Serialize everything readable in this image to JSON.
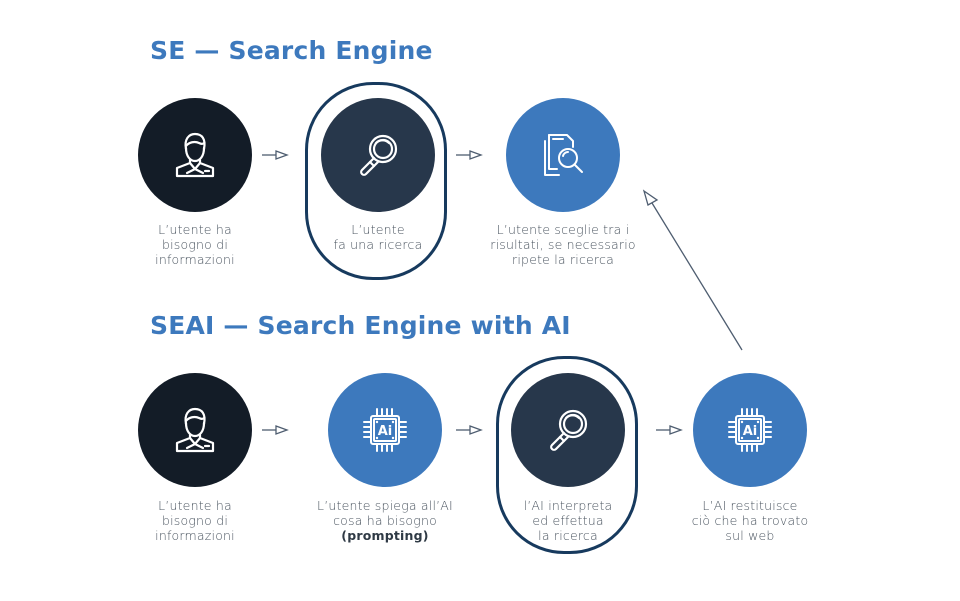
{
  "colors": {
    "title_blue": "#3d79bd",
    "circle_black": "#131c27",
    "circle_navy": "#27374b",
    "circle_blue": "#3d79bd",
    "highlight_border": "#173a5e",
    "arrow": "#4e5d70",
    "label_text": "#4b5560"
  },
  "se": {
    "title": "SE — Search Engine",
    "steps": [
      {
        "icon": "user-icon",
        "lines": [
          "L’utente ha",
          "bisogno di",
          "informazioni"
        ]
      },
      {
        "icon": "magnifier-icon",
        "lines": [
          "L’utente",
          "fa una ricerca"
        ],
        "highlighted": true
      },
      {
        "icon": "document-search-icon",
        "lines": [
          "L’utente sceglie tra i",
          "risultati, se necessario",
          "ripete la ricerca"
        ]
      }
    ]
  },
  "seai": {
    "title": "SEAI — Search Engine with AI",
    "steps": [
      {
        "icon": "user-icon",
        "lines": [
          "L’utente ha",
          "bisogno di",
          "informazioni"
        ]
      },
      {
        "icon": "ai-chip-icon",
        "lines": [
          "L’utente spiega all’AI",
          "cosa ha bisogno"
        ],
        "bold_line": "(prompting)"
      },
      {
        "icon": "magnifier-icon",
        "lines": [
          "l’AI interpreta",
          "ed effettua",
          "la ricerca"
        ],
        "highlighted": true
      },
      {
        "icon": "ai-chip-icon",
        "lines": [
          "L’AI restituisce",
          "ciò che ha trovato",
          "sul web"
        ]
      }
    ]
  },
  "icons": {
    "ai_chip_text": "Ai"
  }
}
